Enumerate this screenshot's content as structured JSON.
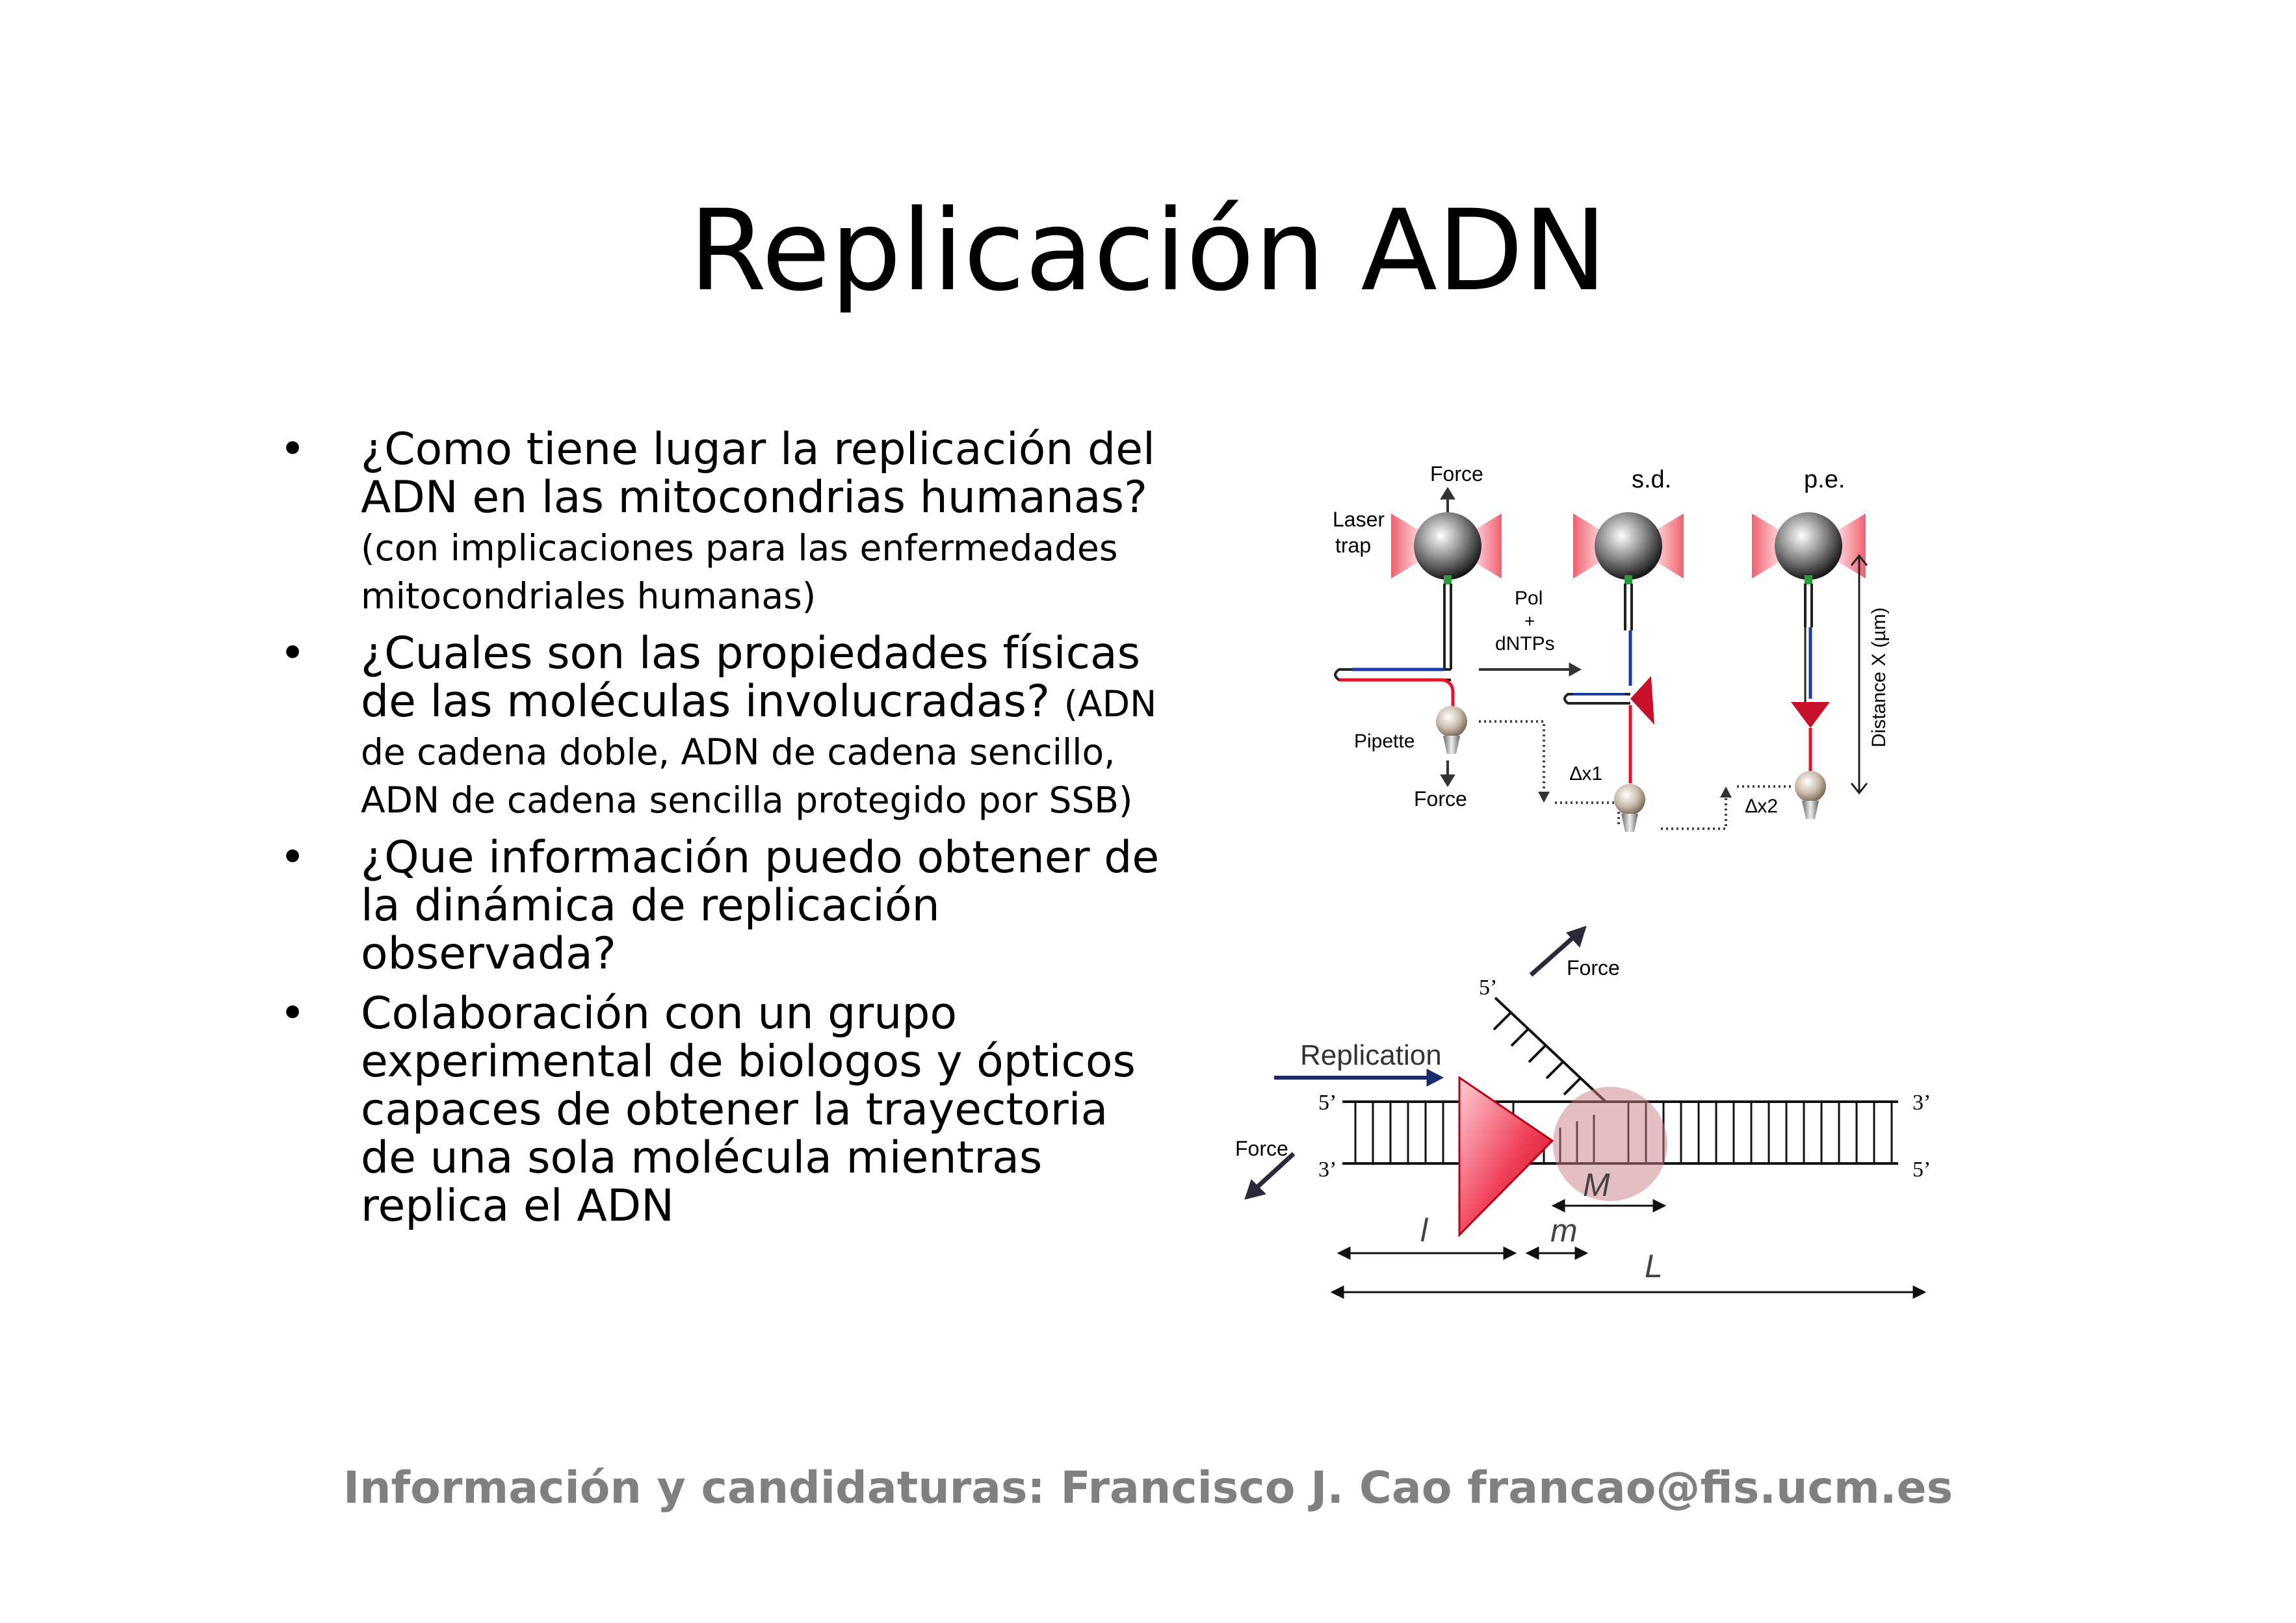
{
  "title": "Replicación ADN",
  "bullets": [
    {
      "main": "¿Como tiene lugar la replicación del ADN en las mitocondrias humanas?",
      "detail": "(con implicaciones para las enfermedades mitocondriales humanas)"
    },
    {
      "main": "¿Cuales son las propiedades físicas de las moléculas involucradas?",
      "detail": "(ADN de cadena doble, ADN de cadena sencillo, ADN de cadena sencilla protegido por SSB)"
    },
    {
      "main": "¿Que información puedo obtener de la dinámica de replicación observada?",
      "detail": ""
    },
    {
      "main": "Colaboración con un grupo experimental de biologos y ópticos capaces de obtener la trayectoria de una sola molécula mientras replica el ADN",
      "detail": ""
    }
  ],
  "figure_top": {
    "force_top": "Force",
    "label_sd": "s.d.",
    "label_pe": "p.e.",
    "laser": "Laser",
    "trap": "trap",
    "pol": "Pol",
    "plus": "+",
    "dntps": "dNTPs",
    "pipette": "Pipette",
    "force_bottom": "Force",
    "dx1": "∆x1",
    "dx2": "∆x2",
    "distance": "Distance X (µm)"
  },
  "figure_bottom": {
    "force_top": "Force",
    "five_prime_top": "5’",
    "replication": "Replication",
    "five_prime_left": "5’",
    "three_prime_left": "3’",
    "force_left": "Force",
    "three_prime_right": "3’",
    "five_prime_right": "5’",
    "M": "M",
    "l": "l",
    "m": "m",
    "L": "L"
  },
  "colors": {
    "footer": "#808080",
    "red": "#e8102a",
    "blue": "#1a3aa8",
    "pink": "#f6a8b0"
  },
  "footer": "Información y candidaturas:  Francisco J. Cao francao@fis.ucm.es"
}
